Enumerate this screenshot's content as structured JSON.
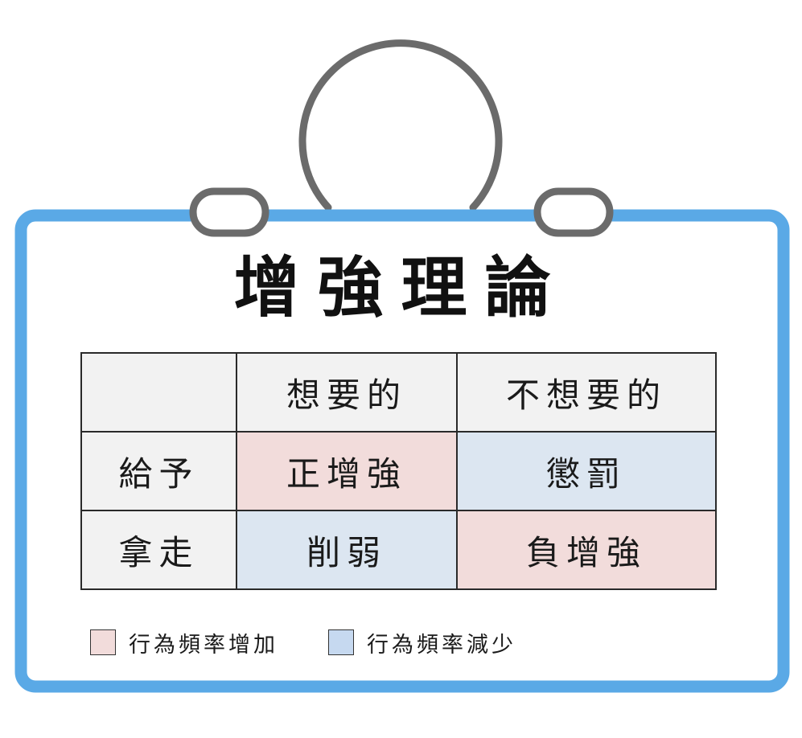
{
  "title": "增強理論",
  "table": {
    "header": [
      "",
      "想要的",
      "不想要的"
    ],
    "rows": [
      {
        "label": "給予",
        "cells": [
          "正增強",
          "懲罰"
        ]
      },
      {
        "label": "拿走",
        "cells": [
          "削弱",
          "負增強"
        ]
      }
    ]
  },
  "legend": [
    {
      "label": "行為頻率增加",
      "color": "#f2dcdb"
    },
    {
      "label": "行為頻率減少",
      "color": "#c6d9f0"
    }
  ],
  "colors": {
    "frame": "#5aa9e6",
    "ring": "#6b6b6b",
    "increase": "#f2dcdb",
    "decrease": "#dce6f1",
    "header": "#f2f2f2"
  }
}
